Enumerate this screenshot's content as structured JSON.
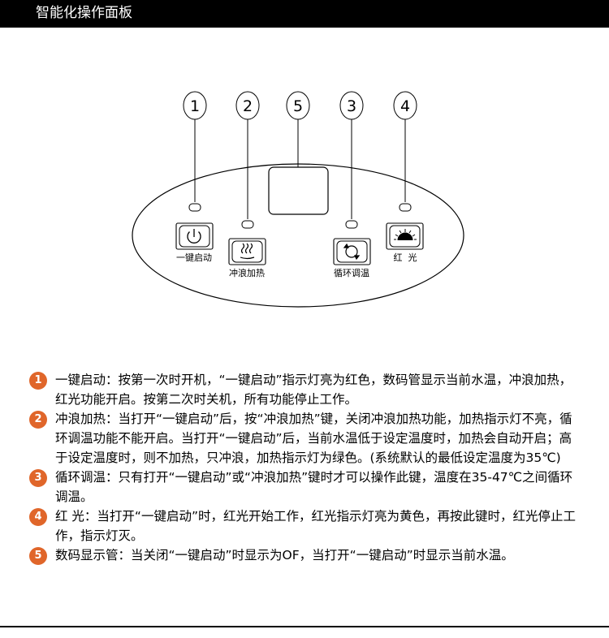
{
  "header": {
    "title": "智能化操作面板"
  },
  "panel": {
    "callouts": [
      "1",
      "2",
      "5",
      "3",
      "4"
    ],
    "buttons": {
      "power_label": "一键启动",
      "surf_label": "冲浪加热",
      "circulate_label": "循环调温",
      "red_light_label": "红  光"
    }
  },
  "descriptions": [
    {
      "num": "1",
      "text": "一键启动：按第一次时开机，“一键启动”指示灯亮为红色，数码管显示当前水温，冲浪加热，红光功能开启。按第二次时关机，所有功能停止工作。"
    },
    {
      "num": "2",
      "text": "冲浪加热：当打开“一键启动”后，按“冲浪加热”键，关闭冲浪加热功能，加热指示灯不亮，循环调温功能不能开启。当打开“一键启动”后，当前水温低于设定温度时，加热会自动开启；高于设定温度时，则不加热，只冲浪，加热指示灯为绿色。(系统默认的最低设定温度为35℃)"
    },
    {
      "num": "3",
      "text": "循环调温：只有打开“一键启动”或“冲浪加热”键时才可以操作此键，温度在35-47℃之间循环调温。"
    },
    {
      "num": "4",
      "text": "红 光：当打开“一键启动”时，红光开始工作，红光指示灯亮为黄色，再按此键时，红光停止工作，指示灯灭。"
    },
    {
      "num": "5",
      "text": "数码显示管：当关闭“一键启动”时显示为OF，当打开“一键启动”时显示当前水温。"
    }
  ],
  "colors": {
    "header_bg": "#000000",
    "badge": "#e0662a"
  }
}
